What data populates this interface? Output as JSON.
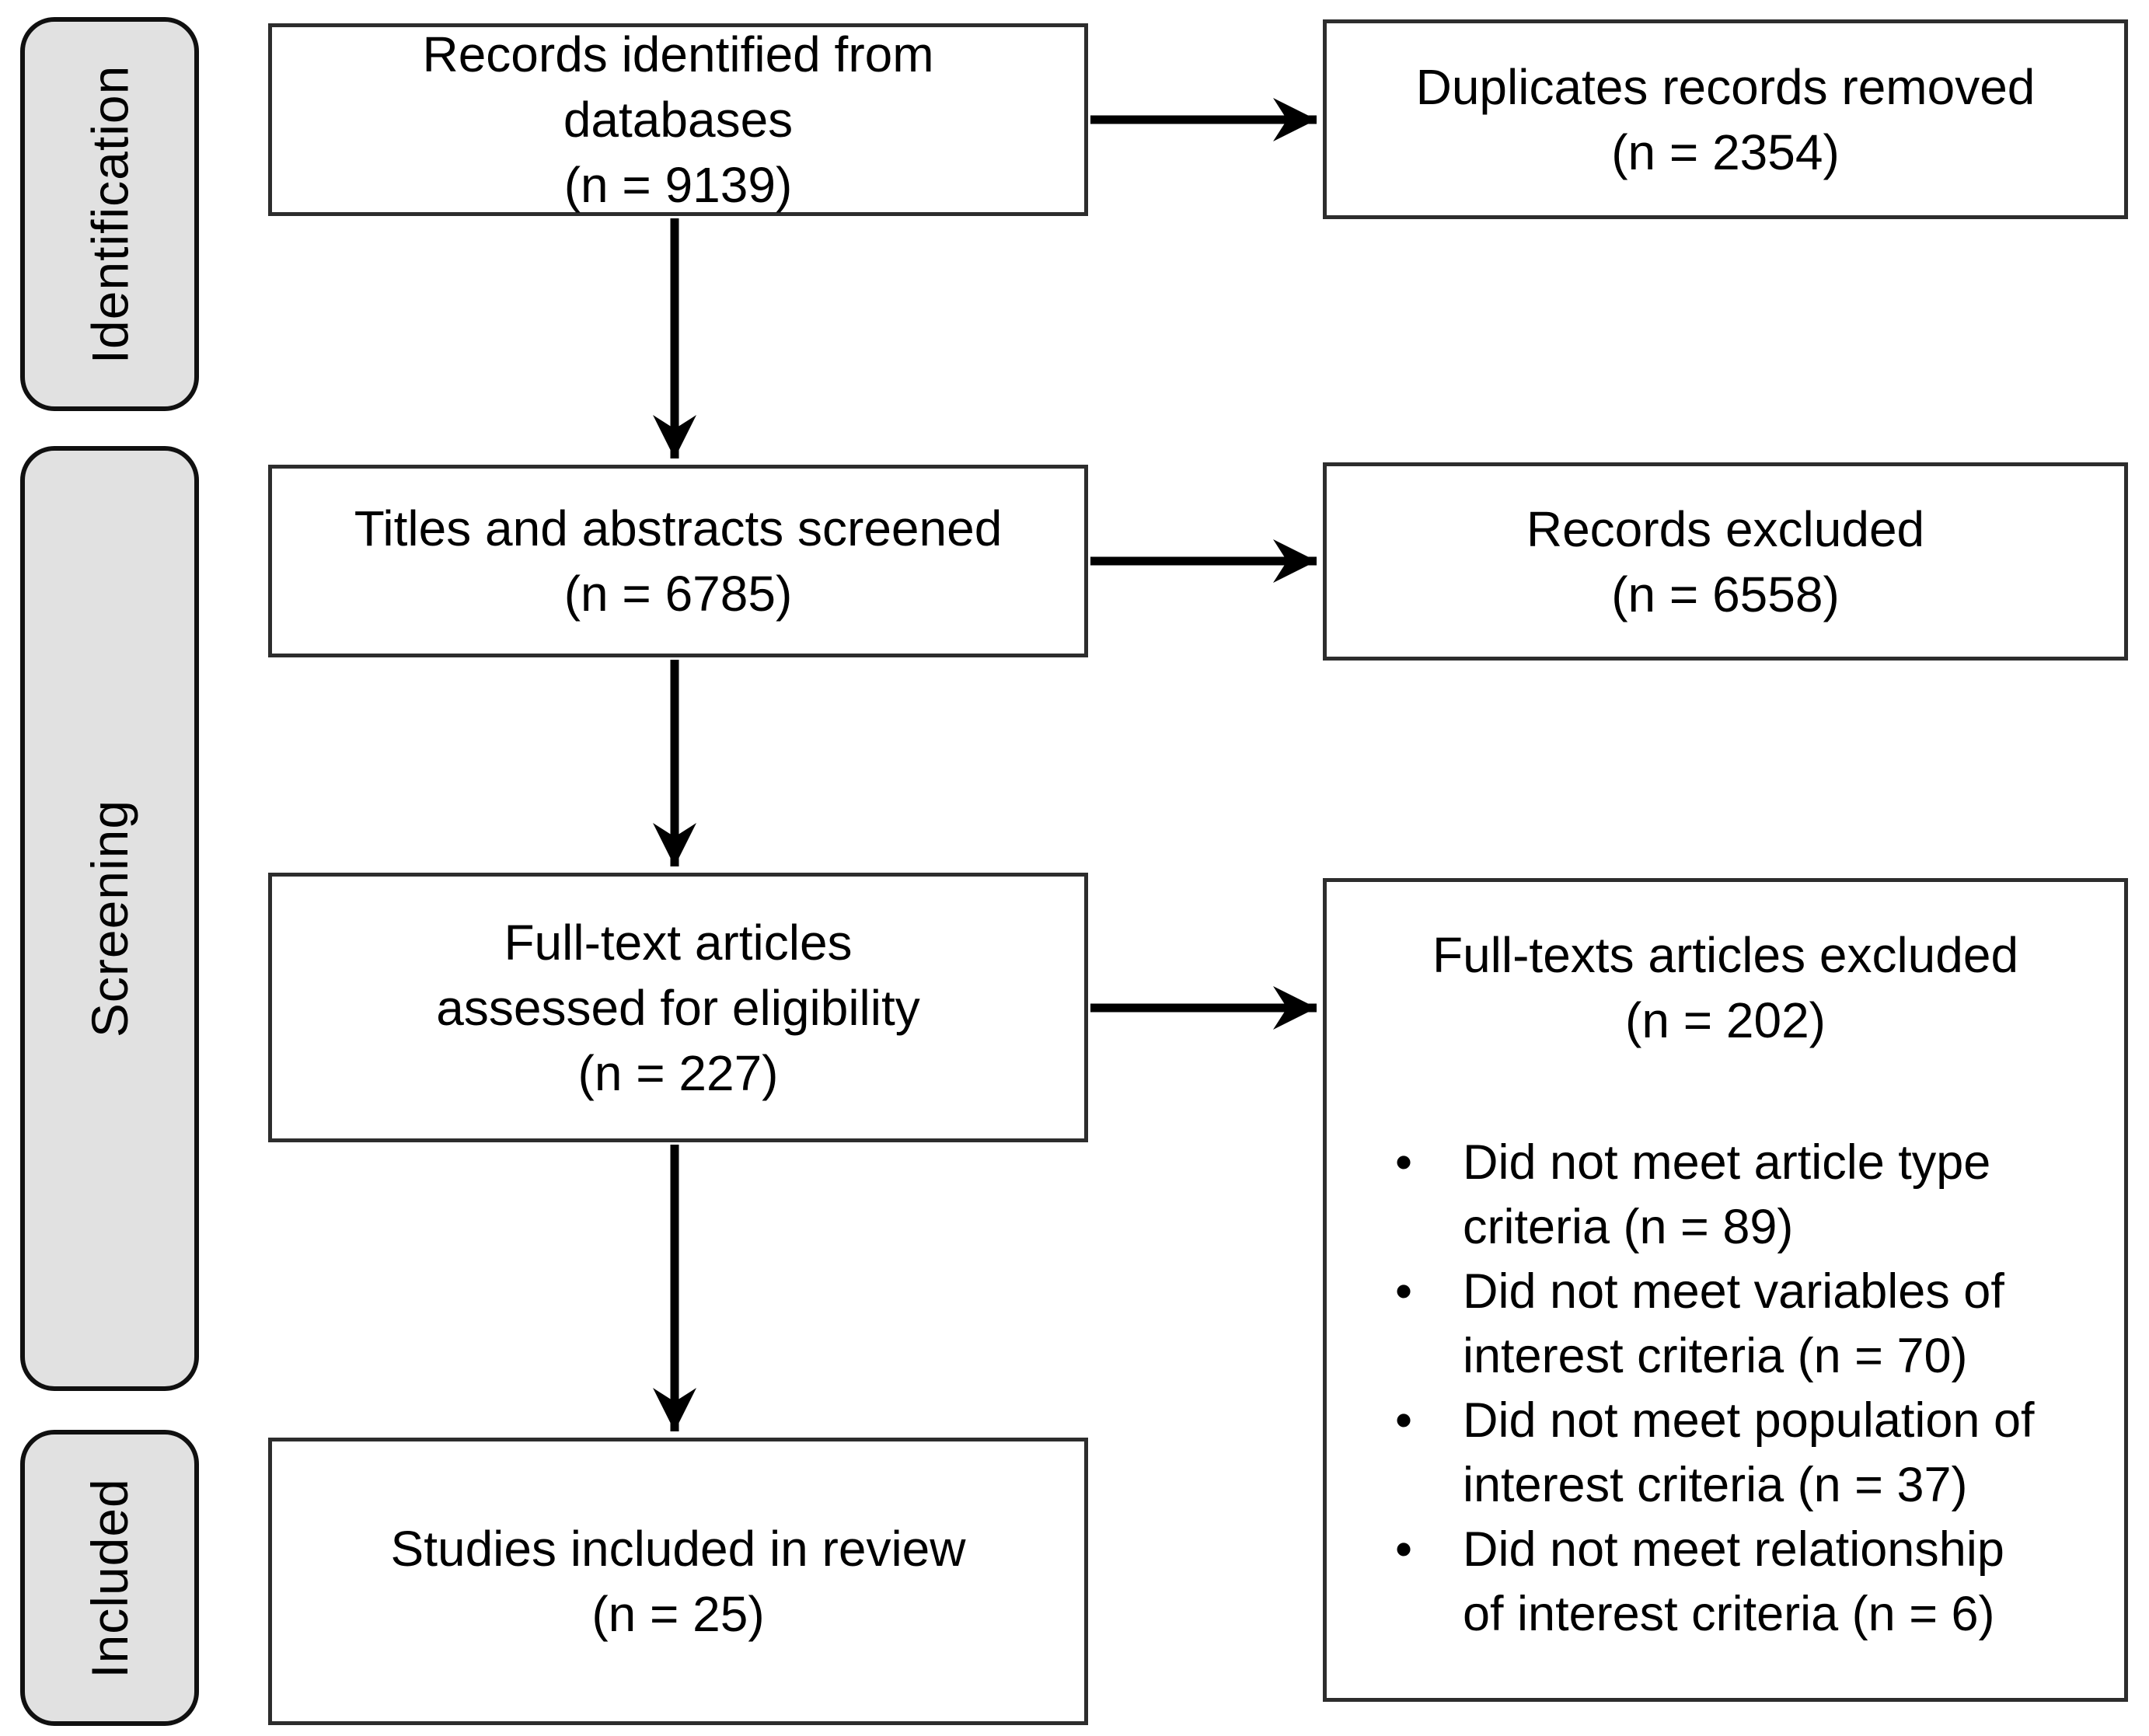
{
  "stages": [
    {
      "label": "Identification"
    },
    {
      "label": "Screening"
    },
    {
      "label": "Included"
    }
  ],
  "boxes": {
    "records_identified": {
      "lines": [
        "Records identified from",
        "databases",
        "(n = 9139)"
      ]
    },
    "duplicates_removed": {
      "lines": [
        "Duplicates records removed",
        "(n = 2354)"
      ]
    },
    "titles_screened": {
      "lines": [
        "Titles and abstracts screened",
        "(n = 6785)"
      ]
    },
    "records_excluded": {
      "lines": [
        "Records excluded",
        "(n = 6558)"
      ]
    },
    "fulltext_assessed": {
      "lines": [
        "Full-text articles",
        "assessed for eligibility",
        "(n = 227)"
      ]
    },
    "fulltext_excluded": {
      "title_lines": [
        "Full-texts articles excluded",
        "(n = 202)"
      ],
      "bullets": [
        "Did not meet article type criteria (n = 89)",
        "Did not meet variables of interest criteria (n = 70)",
        "Did not meet population of interest criteria (n = 37)",
        "Did not meet relationship of interest criteria (n = 6)"
      ]
    },
    "studies_included": {
      "lines": [
        "Studies included in review",
        "(n = 25)"
      ]
    }
  },
  "colors": {
    "stage_fill": "#e1e1e1",
    "box_fill": "#ffffff",
    "border": "#2d2d2d",
    "arrow": "#000000"
  }
}
